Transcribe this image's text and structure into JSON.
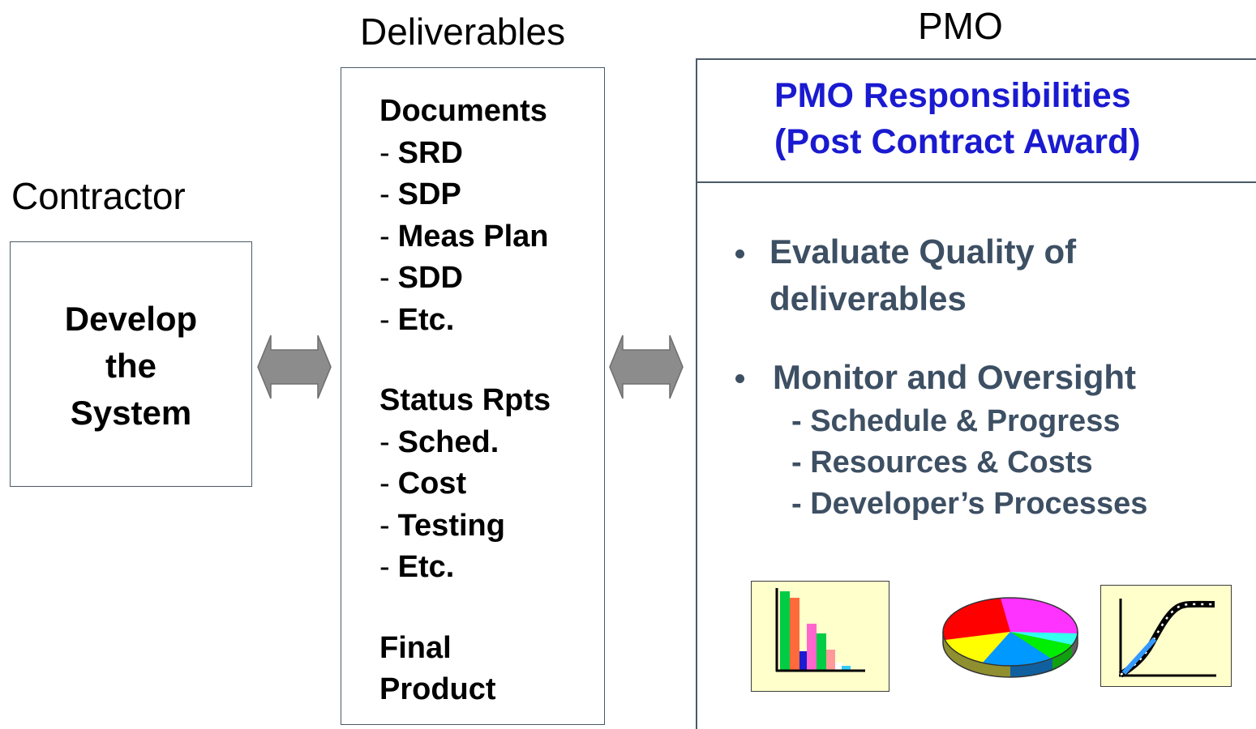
{
  "headings": {
    "contractor": "Contractor",
    "deliverables": "Deliverables",
    "pmo": "PMO"
  },
  "contractor_box": [
    "Develop",
    "the",
    "System"
  ],
  "deliverables_box": {
    "documents_header": "Documents",
    "documents": [
      "SRD",
      "SDP",
      "Meas Plan",
      "SDD",
      "Etc."
    ],
    "status_header": "Status Rpts",
    "status": [
      "Sched.",
      "Cost",
      "Testing",
      "Etc."
    ],
    "final": [
      "Final",
      "Product"
    ],
    "dash": "-"
  },
  "pmo_box": {
    "title_line1": "PMO Responsibilities",
    "title_line2": "(Post Contract Award)",
    "bullet1_line1": "Evaluate Quality of",
    "bullet1_line2": "deliverables",
    "bullet2": "Monitor and Oversight",
    "sub_items": [
      "- Schedule & Progress",
      "- Resources & Costs",
      "- Developer’s Processes"
    ]
  },
  "icons": [
    "bar-chart-icon",
    "pie-chart-icon",
    "s-curve-chart-icon",
    "double-arrow-icon"
  ],
  "colors": {
    "title_blue": "#1a1ad0",
    "bullet_slate": "#3d4f63",
    "arrow_gray": "#8c8c8c",
    "thumb_bg": "#ffffcc"
  }
}
